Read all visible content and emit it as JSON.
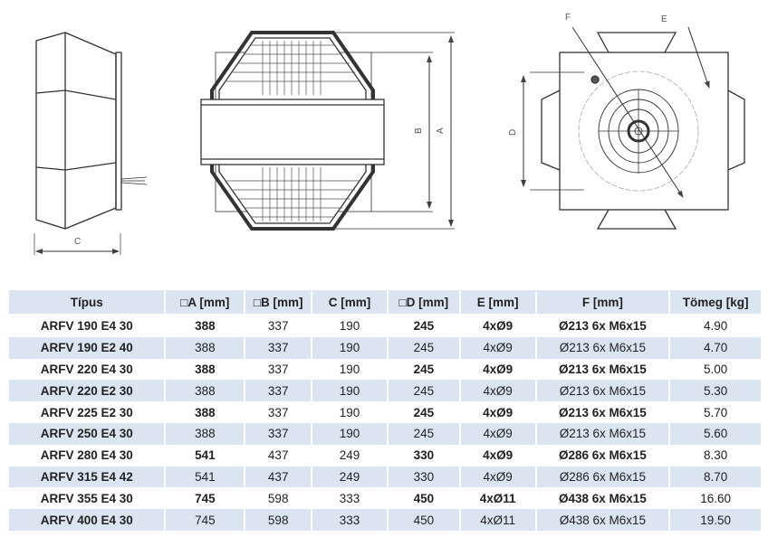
{
  "drawings": {
    "labels": {
      "a": "A",
      "b": "B",
      "c": "C",
      "d": "D",
      "e": "E",
      "f": "F"
    }
  },
  "table": {
    "headers": [
      "Típus",
      "□A [mm]",
      "□B [mm]",
      "C [mm]",
      "□D [mm]",
      "E [mm]",
      "F [mm]",
      "Tömeg [kg]"
    ],
    "rows": [
      [
        "ARFV 190 E4 30",
        "388",
        "337",
        "190",
        "245",
        "4xØ9",
        "Ø213 6x M6x15",
        "4.90"
      ],
      [
        "ARFV 190 E2 40",
        "388",
        "337",
        "190",
        "245",
        "4xØ9",
        "Ø213 6x M6x15",
        "4.70"
      ],
      [
        "ARFV 220 E4 30",
        "388",
        "337",
        "190",
        "245",
        "4xØ9",
        "Ø213 6x M6x15",
        "5.00"
      ],
      [
        "ARFV 220 E2 30",
        "388",
        "337",
        "190",
        "245",
        "4xØ9",
        "Ø213 6x M6x15",
        "5.30"
      ],
      [
        "ARFV 225 E2 30",
        "388",
        "337",
        "190",
        "245",
        "4xØ9",
        "Ø213 6x M6x15",
        "5.70"
      ],
      [
        "ARFV 250 E4 30",
        "388",
        "337",
        "190",
        "245",
        "4xØ9",
        "Ø213 6x M6x15",
        "5.60"
      ],
      [
        "ARFV 280 E4 30",
        "541",
        "437",
        "249",
        "330",
        "4xØ9",
        "Ø286 6x M6x15",
        "8.30"
      ],
      [
        "ARFV 315 E4 42",
        "541",
        "437",
        "249",
        "330",
        "4xØ9",
        "Ø286 6x M6x15",
        "8.70"
      ],
      [
        "ARFV 355 E4 30",
        "745",
        "598",
        "333",
        "450",
        "4xØ11",
        "Ø438 6x M6x15",
        "16.60"
      ],
      [
        "ARFV 400 E4 30",
        "745",
        "598",
        "333",
        "450",
        "4xØ11",
        "Ø438 6x M6x15",
        "19.50"
      ]
    ]
  }
}
